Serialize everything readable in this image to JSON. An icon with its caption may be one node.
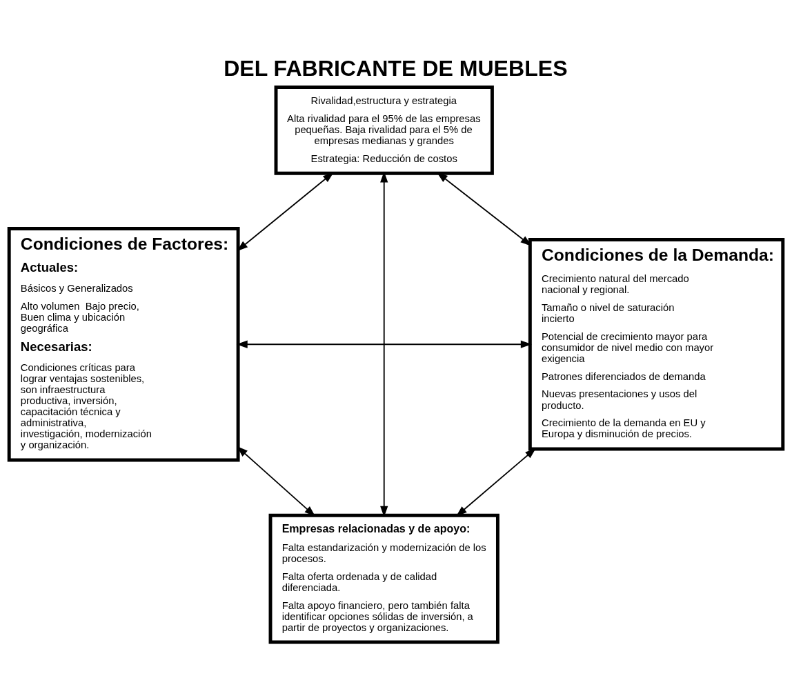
{
  "diagram": {
    "title": "DEL FABRICANTE DE MUEBLES",
    "nodes": [
      {
        "text": [
          "Rivalidad,estructura y estrategia",
          "Alta rivalidad para el 95% de las empresas pequeñas. Baja rivalidad para el 5% de empresas medianas y grandes",
          "Estrategia: Reducción de costos"
        ]
      },
      {
        "text": [
          "Condiciones de Factores:",
          "Actuales:",
          "Básicos y Generalizados",
          "Alto volumen  Bajo precio, Buen clima y ubicación geográfica",
          "Necesarias:",
          "Condiciones críticas para lograr ventajas sostenibles, son infraestructura productiva, inversión, capacitación técnica y administrativa, investigación, modernización y organización."
        ]
      },
      {
        "text": [
          "Condiciones de la Demanda:",
          "Crecimiento natural del mercado nacional y regional.",
          "Tamaño o nivel de saturación incierto",
          "Potencial de crecimiento mayor para consumidor de nivel medio con mayor exigencia",
          "Patrones diferenciados de demanda",
          "Nuevas presentaciones y usos del producto.",
          "Crecimiento de la demanda en EU y Europa y disminución de precios."
        ]
      },
      {
        "text": [
          "Empresas relacionadas y de apoyo:",
          "Falta estandarización y modernización de los procesos.",
          "Falta oferta ordenada y de calidad diferenciada.",
          "Falta apoyo financiero, pero también falta identificar opciones sólidas de inversión, a partir de proyectos y organizaciones."
        ]
      }
    ],
    "edges": [
      {
        "from": 0,
        "to": 1,
        "arrow": "both"
      },
      {
        "from": 0,
        "to": 2,
        "arrow": "both"
      },
      {
        "from": 0,
        "to": 3,
        "arrow": "both"
      },
      {
        "from": 1,
        "to": 2,
        "arrow": "both"
      },
      {
        "from": 1,
        "to": 3,
        "arrow": "both"
      },
      {
        "from": 2,
        "to": 3,
        "arrow": "both"
      }
    ]
  }
}
